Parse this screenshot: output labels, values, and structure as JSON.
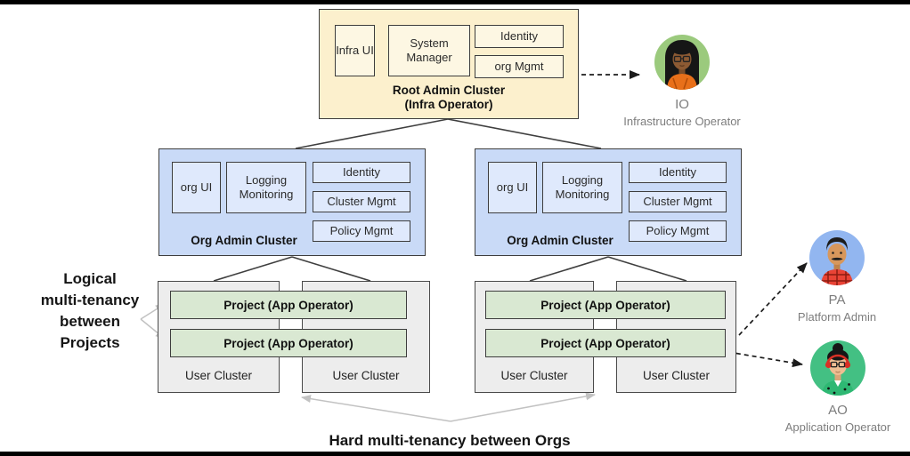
{
  "root_cluster": {
    "infra_ui": "Infra UI",
    "system_manager": "System Manager",
    "identity": "Identity",
    "org_mgmt": "org Mgmt",
    "title": "Root Admin Cluster",
    "subtitle": "(Infra Operator)"
  },
  "org_cluster": {
    "org_ui": "org UI",
    "logging_monitoring": "Logging Monitoring",
    "identity": "Identity",
    "cluster_mgmt": "Cluster Mgmt",
    "policy_mgmt": "Policy Mgmt",
    "title": "Org Admin Cluster"
  },
  "user_clusters": {
    "project_label": "Project (App Operator)",
    "cluster_label": "User Cluster"
  },
  "personas": [
    {
      "abbr": "IO",
      "role": "Infrastructure Operator"
    },
    {
      "abbr": "PA",
      "role": "Platform Admin"
    },
    {
      "abbr": "AO",
      "role": "Application Operator"
    }
  ],
  "annotations": {
    "left_lines": [
      "Logical",
      "multi-tenancy",
      "between",
      "Projects"
    ],
    "bottom": "Hard multi-tenancy between Orgs"
  },
  "colors": {
    "root_cluster_fill": "#fcf0cd",
    "root_component_fill": "#fdf7e3",
    "org_cluster_fill": "#c9daf7",
    "org_component_fill": "#dfe9fc",
    "user_cluster_fill": "#ededed",
    "project_fill": "#d9e8d2",
    "box_border": "#3d3d3d",
    "io_circle": "#9bca7d",
    "pa_circle": "#92b6f0",
    "ao_circle": "#43c083",
    "persona_text": "#7d7d7d",
    "gray_arrow": "#c2c2c2"
  }
}
